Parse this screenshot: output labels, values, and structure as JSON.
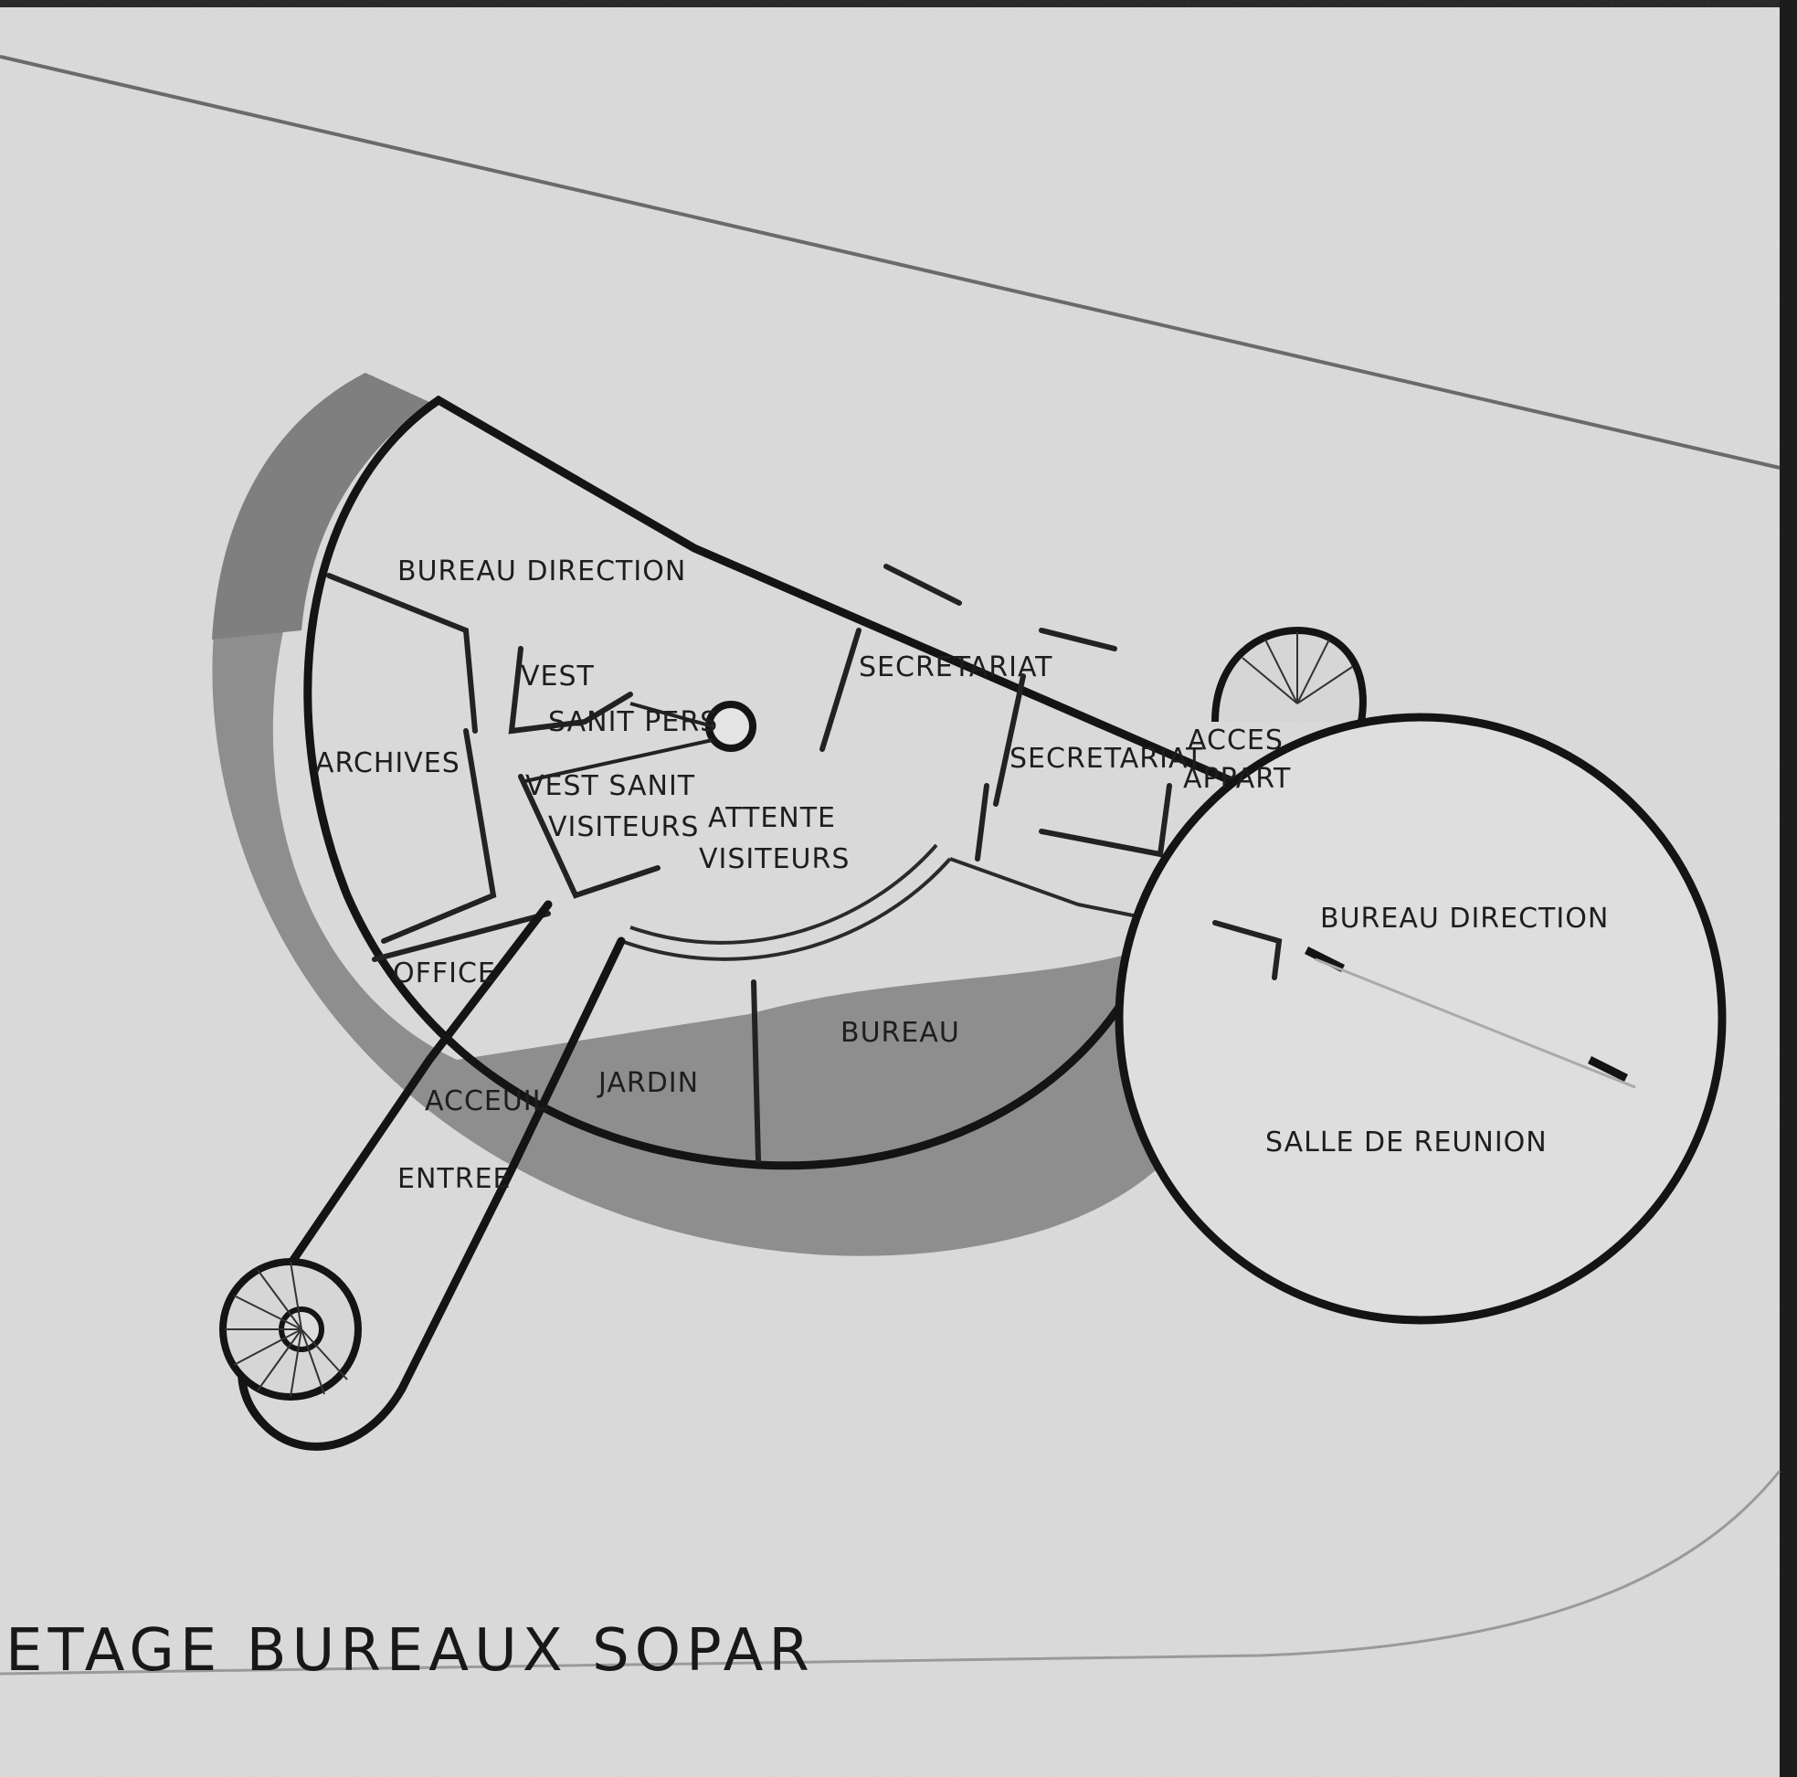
{
  "title": "ETAGE BUREAUX SOPAR",
  "rooms": {
    "bureau_direction_left": "BUREAU DIRECTION",
    "archives": "ARCHIVES",
    "vest_sanit_pers_1": "VEST",
    "vest_sanit_pers_2": "SANIT PERS",
    "vest_sanit_visiteurs_1": "VEST SANIT",
    "vest_sanit_visiteurs_2": "VISITEURS",
    "attente_visiteurs_1": "ATTENTE",
    "attente_visiteurs_2": "VISITEURS",
    "office": "OFFICE",
    "acceuil": "ACCEUIL",
    "entree": "ENTREE",
    "jardin": "JARDIN",
    "bureau": "BUREAU",
    "secretariat_1": "SECRETARIAT",
    "secretariat_2": "SECRETARIAT",
    "acces_appart_1": "ACCES",
    "acces_appart_2": "APPART",
    "bureau_direction_right": "BUREAU DIRECTION",
    "salle_de_reunion": "SALLE DE REUNION"
  },
  "colors": {
    "paper": "#dcdcdc",
    "shadow": "#8e8e8e",
    "ink": "#141414"
  }
}
